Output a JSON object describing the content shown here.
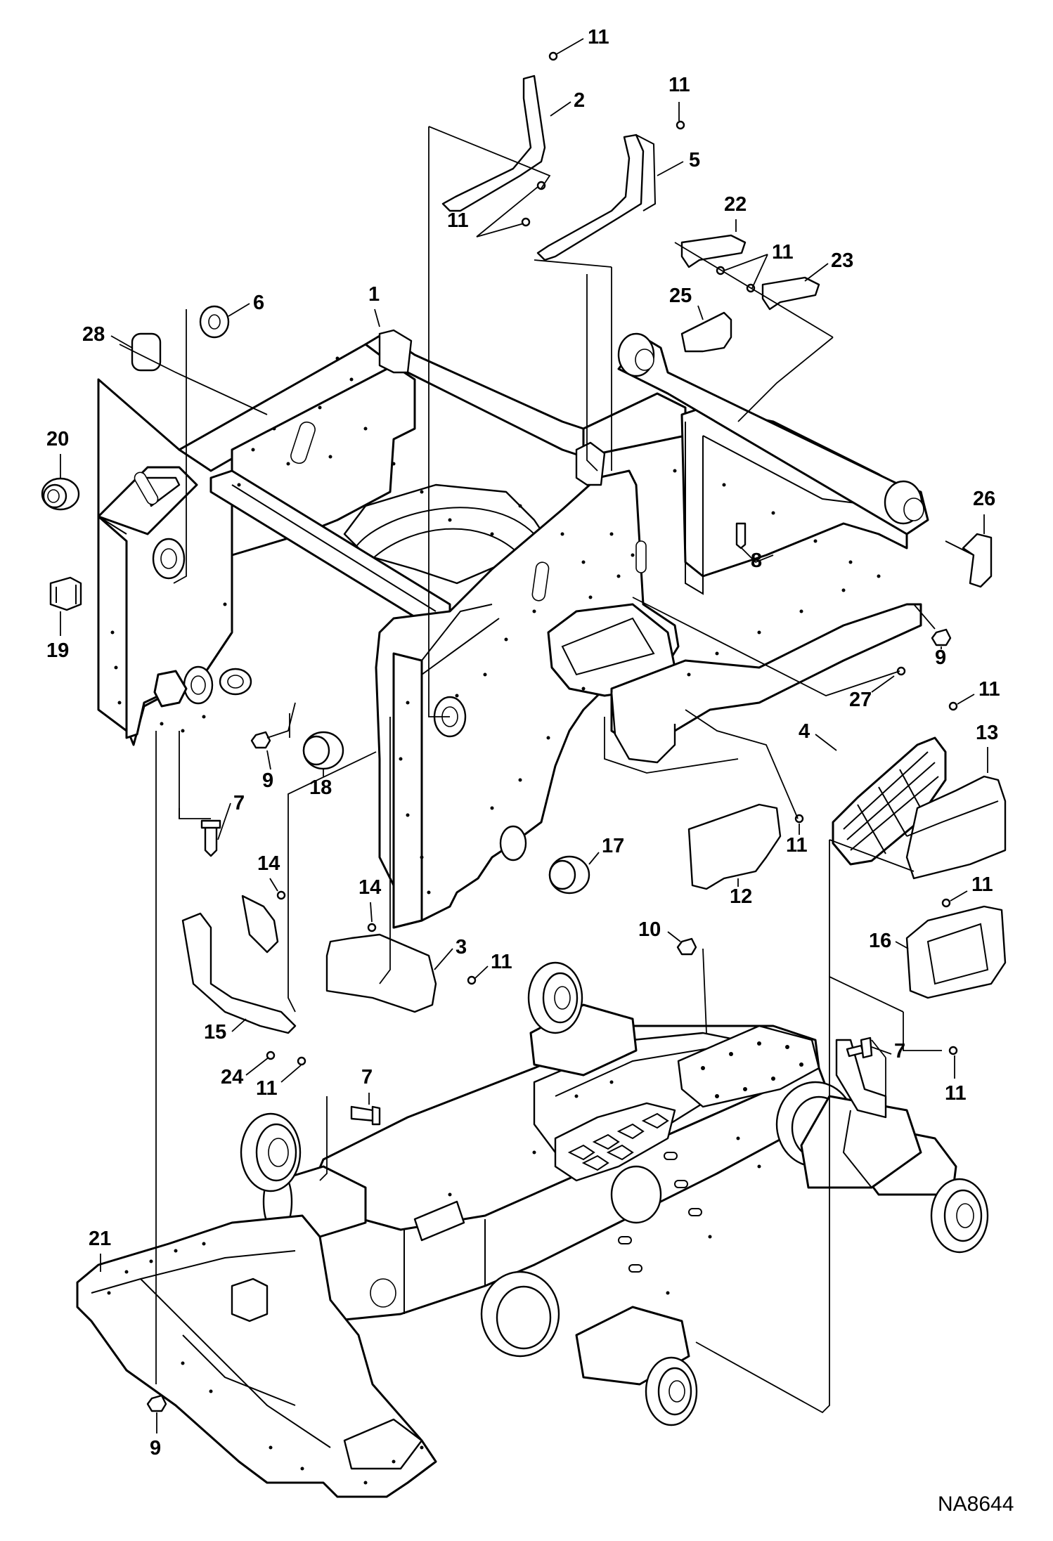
{
  "figure_id": "NA8644",
  "callouts": {
    "c1": "1",
    "c2": "2",
    "c3": "3",
    "c4": "4",
    "c5": "5",
    "c6": "6",
    "c7a": "7",
    "c7b": "7",
    "c7c": "7",
    "c8": "8",
    "c9a": "9",
    "c9b": "9",
    "c9c": "9",
    "c10": "10",
    "c11a": "11",
    "c11b": "11",
    "c11c": "11",
    "c11d": "11",
    "c11e": "11",
    "c11f": "11",
    "c11g": "11",
    "c11h": "11",
    "c11i": "11",
    "c11j": "11",
    "c12": "12",
    "c13": "13",
    "c14a": "14",
    "c14b": "14",
    "c15": "15",
    "c16": "16",
    "c17": "17",
    "c18": "18",
    "c19": "19",
    "c20": "20",
    "c21": "21",
    "c22": "22",
    "c23": "23",
    "c24": "24",
    "c25": "25",
    "c26": "26",
    "c27": "27",
    "c28": "28"
  }
}
